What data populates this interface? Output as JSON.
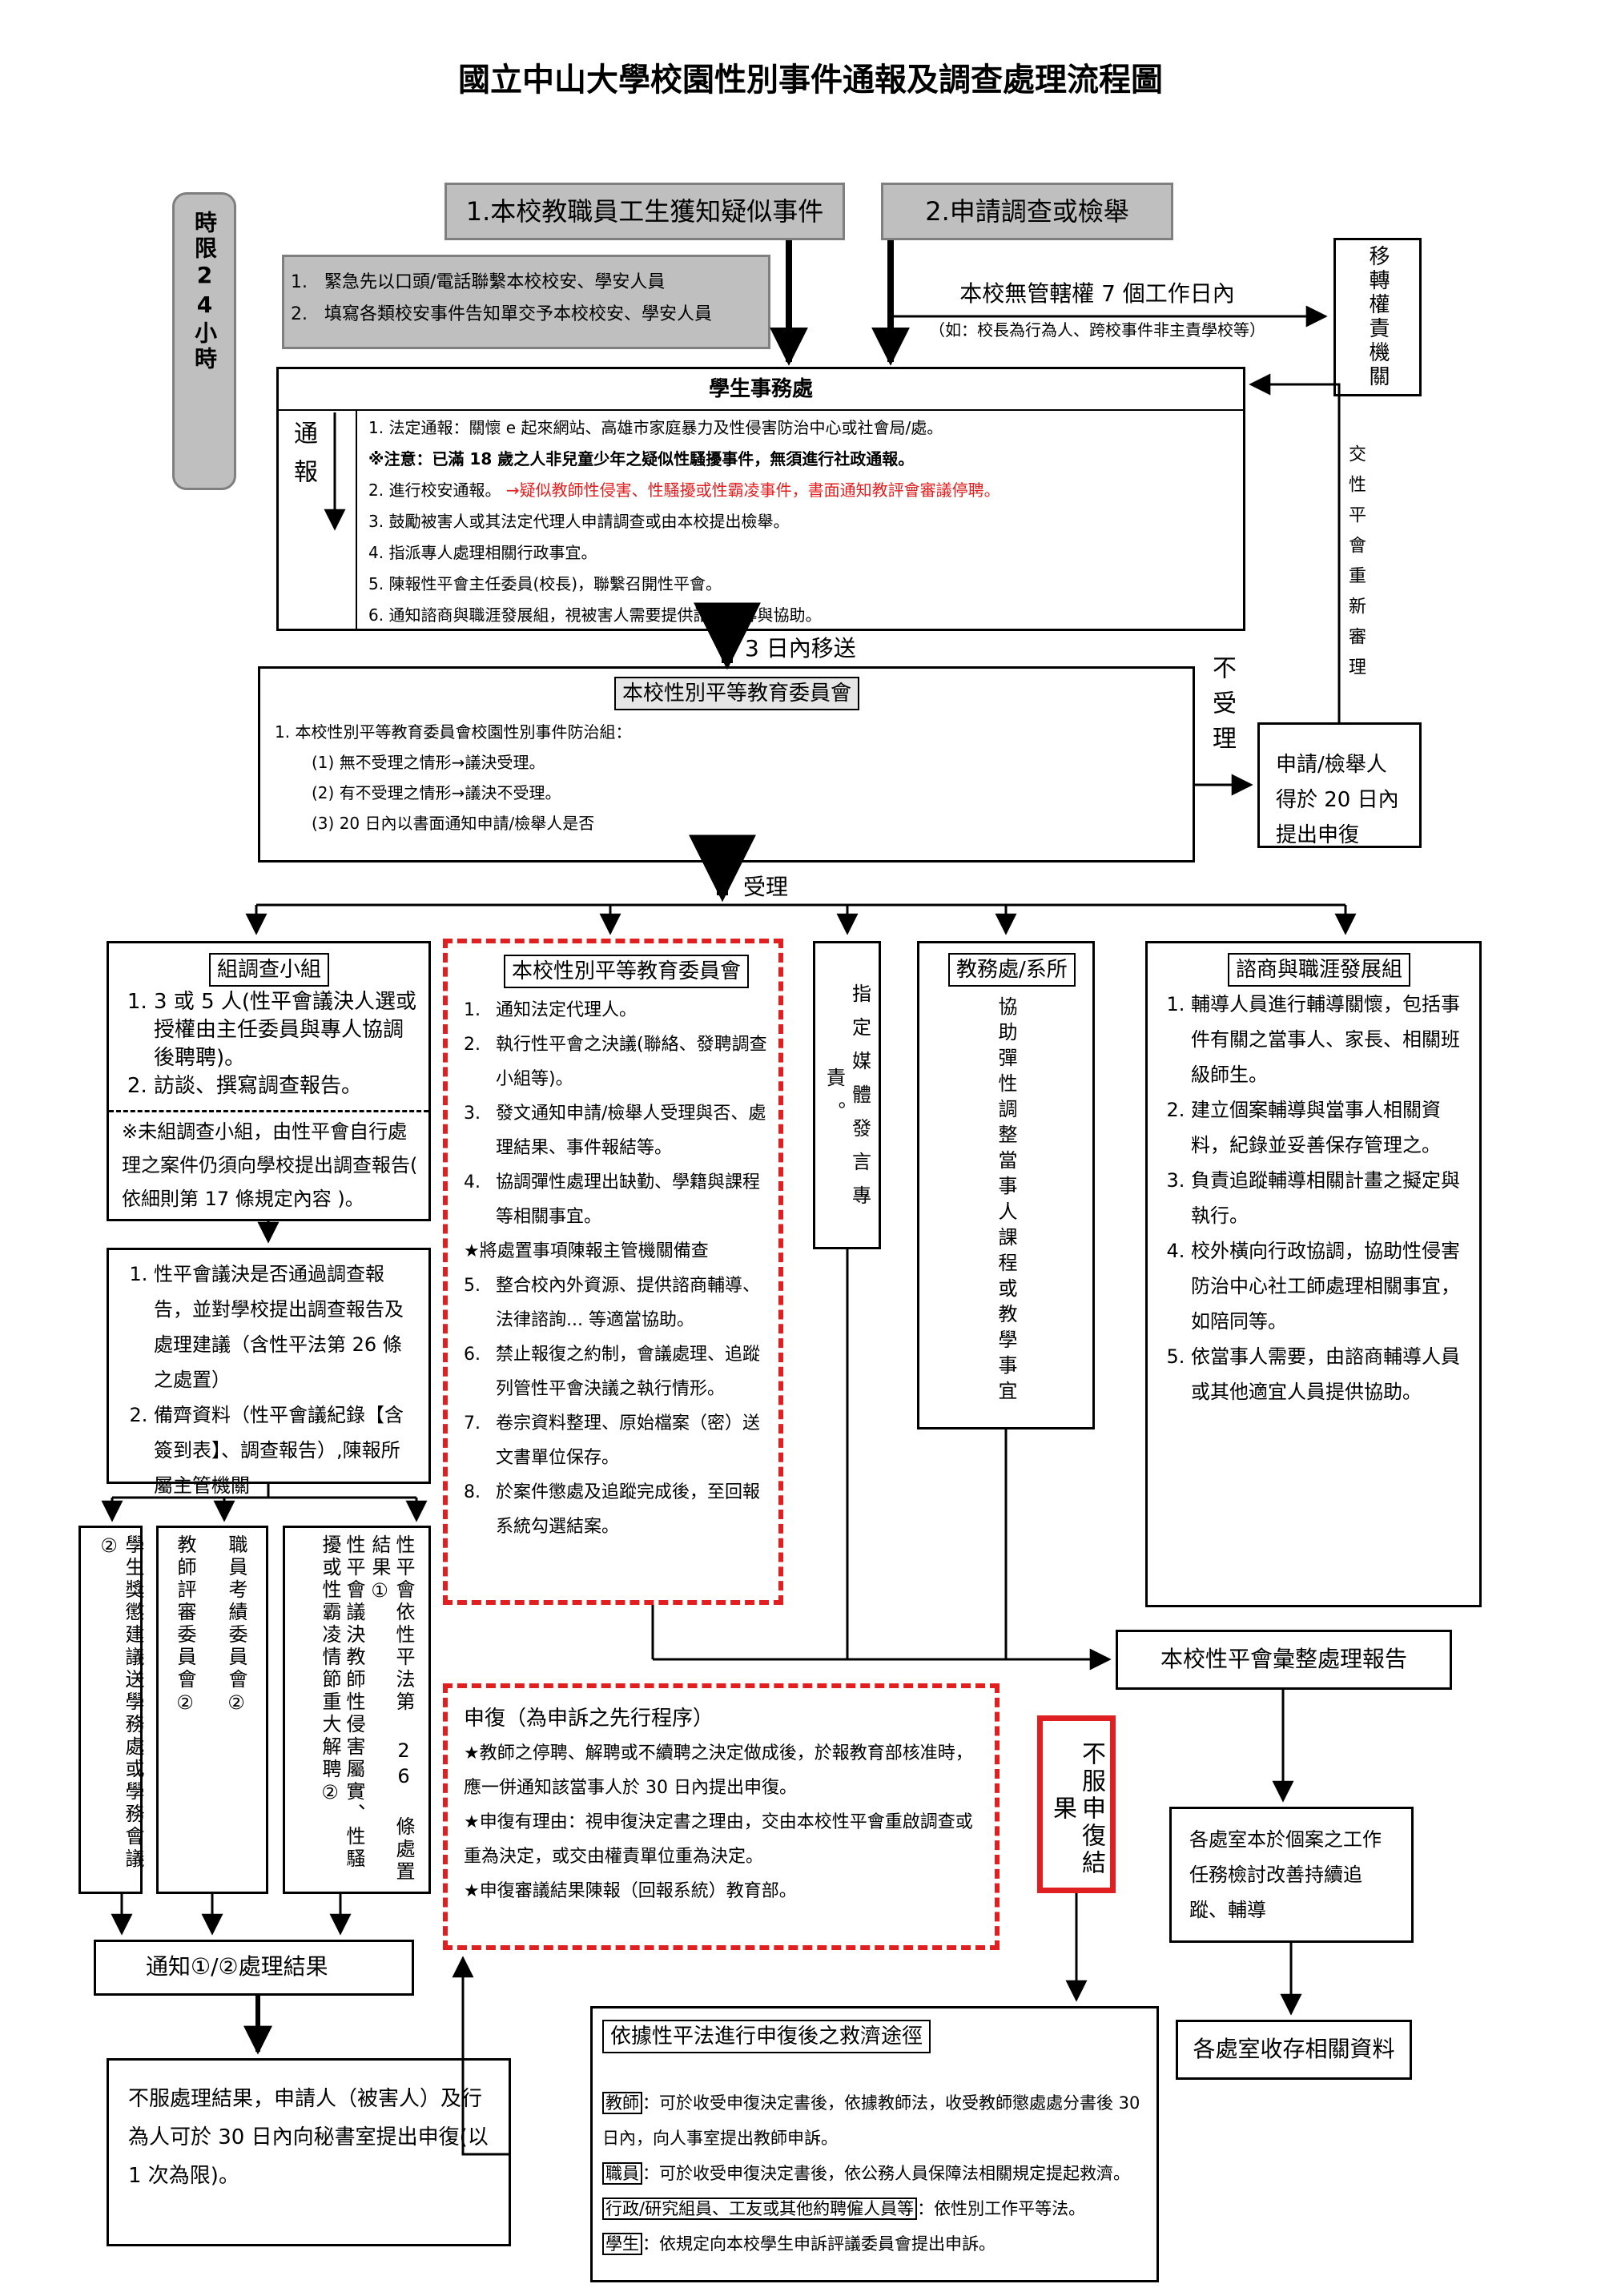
{
  "title": "國立中山大學校園性別事件通報及調查處理流程圖",
  "time_limit": "時限24小時",
  "source1": "1.本校教職員工生獲知疑似事件",
  "source2": "2.申請調查或檢舉",
  "emergency": {
    "items": [
      "緊急先以口頭/電話聯繫本校校安、學安人員",
      "填寫各類校安事件告知單交予本校校安、學安人員"
    ]
  },
  "no_jurisdiction": {
    "line1": "本校無管轄權 7 個工作日內",
    "line2": "（如：校長為行為人、跨校事件非主責學校等）"
  },
  "transfer": "移轉權責機關",
  "student_affairs": {
    "title": "學生事務處",
    "side_label": "通報",
    "items": [
      "1. 法定通報：關懷 e 起來網站、高雄市家庭暴力及性侵害防治中心或社會局/處。",
      "※注意：已滿 18 歲之人非兒童少年之疑似性騷擾事件，無須進行社政通報。",
      "2. 進行校安通報。",
      "3. 鼓勵被害人或其法定代理人申請調查或由本校提出檢舉。",
      "4. 指派專人處理相關行政事宜。",
      "5. 陳報性平會主任委員(校長)，聯繫召開性平會。",
      "6. 通知諮商與職涯發展組，視被害人需要提供諮商輔導與協助。"
    ],
    "red_note": "→疑似教師性侵害、性騷擾或性霸凌事件，書面通知教評會審議停聘。"
  },
  "transfer_3day": "3 日內移送",
  "committee": {
    "title": "本校性別平等教育委員會",
    "items": [
      "1. 本校性別平等教育委員會校園性別事件防治組：",
      "(1) 無不受理之情形→議決受理。",
      "(2) 有不受理之情形→議決不受理。",
      "(3) 20 日內以書面通知申請/檢舉人是否"
    ]
  },
  "not_accepted": "不受理",
  "appeal_20": "申請/檢舉人得於 20 日內提出申復",
  "re_review": "交性平會重新審理",
  "accepted": "受理",
  "investigation": {
    "title": "組調查小組",
    "items": [
      "3 或 5 人(性平會議決人選或授權由主任委員與專人協調後聘聘)。",
      "訪談、撰寫調查報告。"
    ],
    "note": "※未組調查小組，由性平會自行處理之案件仍須向學校提出調查報告( 依細則第 17 條規定內容 )。"
  },
  "gec_tasks": {
    "title": "本校性別平等教育委員會",
    "items": [
      "通知法定代理人。",
      "執行性平會之決議(聯絡、發聘調查小組等)。",
      "發文通知申請/檢舉人受理與否、處理結果、事件報結等。",
      "協調彈性處理出缺勤、學籍與課程等相關事宜。",
      "★將處置事項陳報主管機關備查",
      "整合校內外資源、提供諮商輔導、法律諮詢... 等適當協助。",
      "禁止報復之約制，會議處理、追蹤列管性平會決議之執行情形。",
      "卷宗資料整理、原始檔案（密）送文書單位保存。",
      "於案件懲處及追蹤完成後，至回報系統勾選結案。"
    ]
  },
  "media": "指定媒體發言專責。",
  "academic": {
    "title": "教務處/系所",
    "body": "協助彈性調整當事人課程或教學事宜"
  },
  "counseling": {
    "title": "諮商與職涯發展組",
    "items": [
      "輔導人員進行輔導關懷，包括事件有關之當事人、家長、相關班級師生。",
      "建立個案輔導與當事人相關資料，紀錄並妥善保存管理之。",
      "負責追蹤輔導相關計畫之擬定與執行。",
      "校外橫向行政協調，協助性侵害防治中心社工師處理相關事宜，如陪同等。",
      "依當事人需要，由諮商輔導人員或其他適宜人員提供協助。"
    ]
  },
  "resolution": {
    "items": [
      "性平會議決是否通過調查報告，並對學校提出調查報告及處理建議（含性平法第 26 條之處置）",
      "備齊資料（性平會議紀錄【含簽到表】、調查報告）,陳報所屬主管機關"
    ]
  },
  "v1": "學生獎懲建議送學務處或學務會議②",
  "v2": "教師評審委員會②",
  "v3": "職員考績委員會②",
  "v4a": "性平會依性平法第 26 條處置結果①",
  "v4b": "性平會議決教師性侵害屬實、性騷擾或性霸凌情節重大解聘②",
  "notify_result": "通知①/②處理結果",
  "final_appeal": "不服處理結果，申請人（被害人）及行為人可於 30 日內向秘書室提出申復(以 1 次為限)。",
  "appeal": {
    "title": "申復（為申訴之先行程序）",
    "items": [
      "★教師之停聘、解聘或不續聘之決定做成後，於報教育部核准時，應一併通知該當事人於 30 日內提出申復。",
      "★申復有理由：視申復決定書之理由，交由本校性平會重啟調查或重為決定，或交由權責單位重為決定。",
      "★申復審議結果陳報（回報系統）教育部。"
    ]
  },
  "disagree": "不服申復結果",
  "report": "本校性平會彙整處理報告",
  "offices_review": "各處室本於個案之工作任務檢討改善持續追蹤、輔導",
  "offices_keep": "各處室收存相關資料",
  "remedies": {
    "title": "依據性平法進行申復後之救濟途徑",
    "teacher_label": "教師",
    "teacher": "：可於收受申復決定書後，依據教師法，收受教師懲處處分書後 30 日內，向人事室提出教師申訴。",
    "staff_label": "職員",
    "staff": "：可於收受申復決定書後，依公務人員保障法相關規定提起救濟。",
    "admin_label": "行政/研究組員、工友或其他約聘僱人員等",
    "admin": "：依性別工作平等法。",
    "student_label": "學生",
    "student": "：依規定向本校學生申訴評議委員會提出申訴。"
  }
}
